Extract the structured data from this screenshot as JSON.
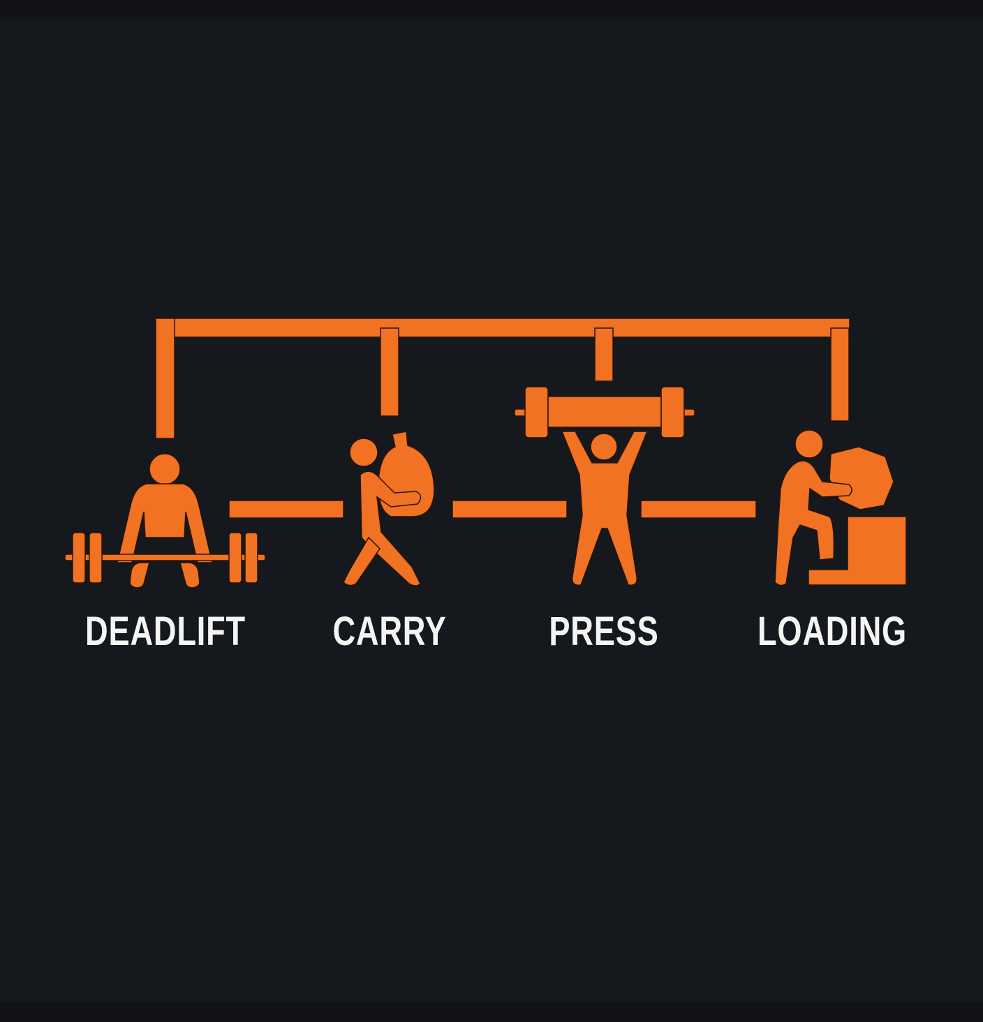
{
  "colors": {
    "background": "#15181d",
    "accent": "#f07222",
    "label": "#f4f4f2"
  },
  "stations": [
    {
      "label": "DEADLIFT",
      "icon": "deadlift-figure-icon"
    },
    {
      "label": "CARRY",
      "icon": "sandbag-carry-figure-icon"
    },
    {
      "label": "PRESS",
      "icon": "overhead-press-figure-icon"
    },
    {
      "label": "LOADING",
      "icon": "stone-loading-figure-icon"
    }
  ]
}
